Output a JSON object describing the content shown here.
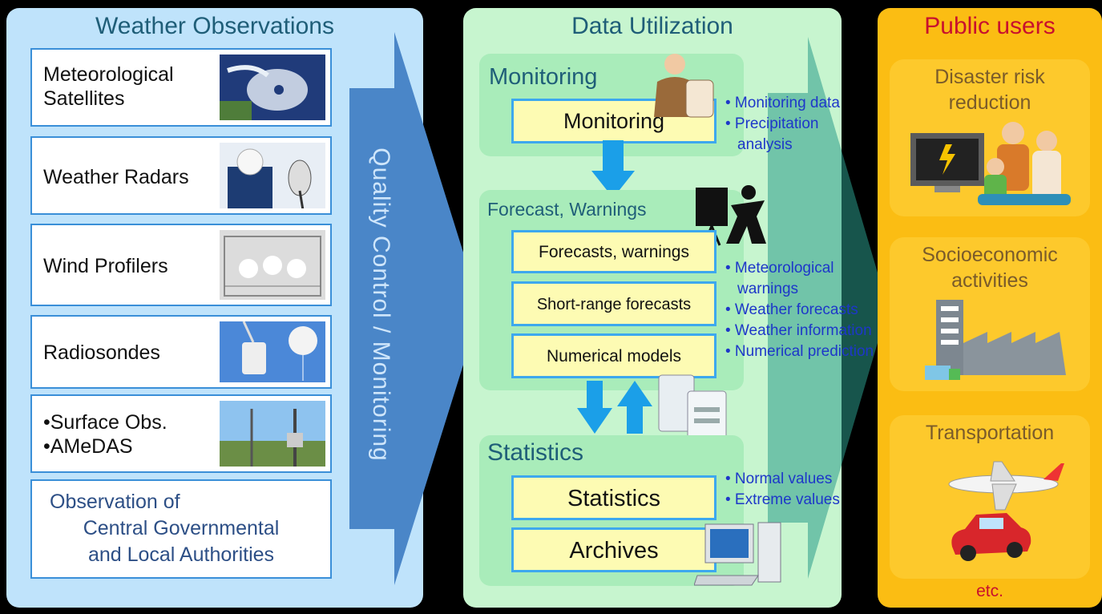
{
  "observations": {
    "title": "Weather Observations",
    "items": [
      {
        "label": "Meteorological Satellites",
        "lines": [
          "Meteorological",
          "Satellites"
        ]
      },
      {
        "label": "Weather Radars"
      },
      {
        "label": "Wind Profilers"
      },
      {
        "label": "Radiosondes"
      },
      {
        "lines": [
          "•Surface Obs.",
          "•AMeDAS"
        ]
      }
    ],
    "authority_lines": [
      "Observation of",
      "Central Governmental",
      "and Local Authorities"
    ],
    "quality_label": "Quality Control / Monitoring"
  },
  "data_utilization": {
    "title": "Data Utilization",
    "monitoring": {
      "header": "Monitoring",
      "box": "Monitoring",
      "notes": [
        "• Monitoring data",
        "• Precipitation",
        "analysis"
      ]
    },
    "forecast": {
      "header": "Forecast, Warnings",
      "boxes": [
        "Forecasts, warnings",
        "Short-range forecasts",
        "Numerical models"
      ],
      "notes": [
        "• Meteorological",
        "warnings",
        "• Weather forecasts",
        "• Weather information",
        "• Numerical prediction"
      ]
    },
    "statistics": {
      "header": "Statistics",
      "boxes": [
        "Statistics",
        "Archives"
      ],
      "notes": [
        "• Normal values",
        "• Extreme values"
      ]
    }
  },
  "public_users": {
    "title": "Public users",
    "cards": [
      {
        "lines": [
          "Disaster risk",
          "reduction"
        ]
      },
      {
        "lines": [
          "Socioeconomic",
          "activities"
        ]
      },
      {
        "lines": [
          "Transportation"
        ]
      }
    ],
    "etc": "etc."
  },
  "colors": {
    "obs_panel": "#bfe3fb",
    "data_panel": "#c7f5cf",
    "users_panel": "#fbbd13",
    "note_blue": "#1d37c9",
    "title_red": "#c8102e",
    "title_teal": "#1f5e78"
  },
  "icons": [
    "satellite-image-icon",
    "radar-image-icon",
    "wind-profiler-image-icon",
    "radiosonde-image-icon",
    "surface-obs-image-icon",
    "monitoring-person-icon",
    "forecaster-icon",
    "server-icon",
    "computer-icon",
    "tv-family-icon",
    "factory-icon",
    "airplane-icon",
    "car-icon"
  ]
}
